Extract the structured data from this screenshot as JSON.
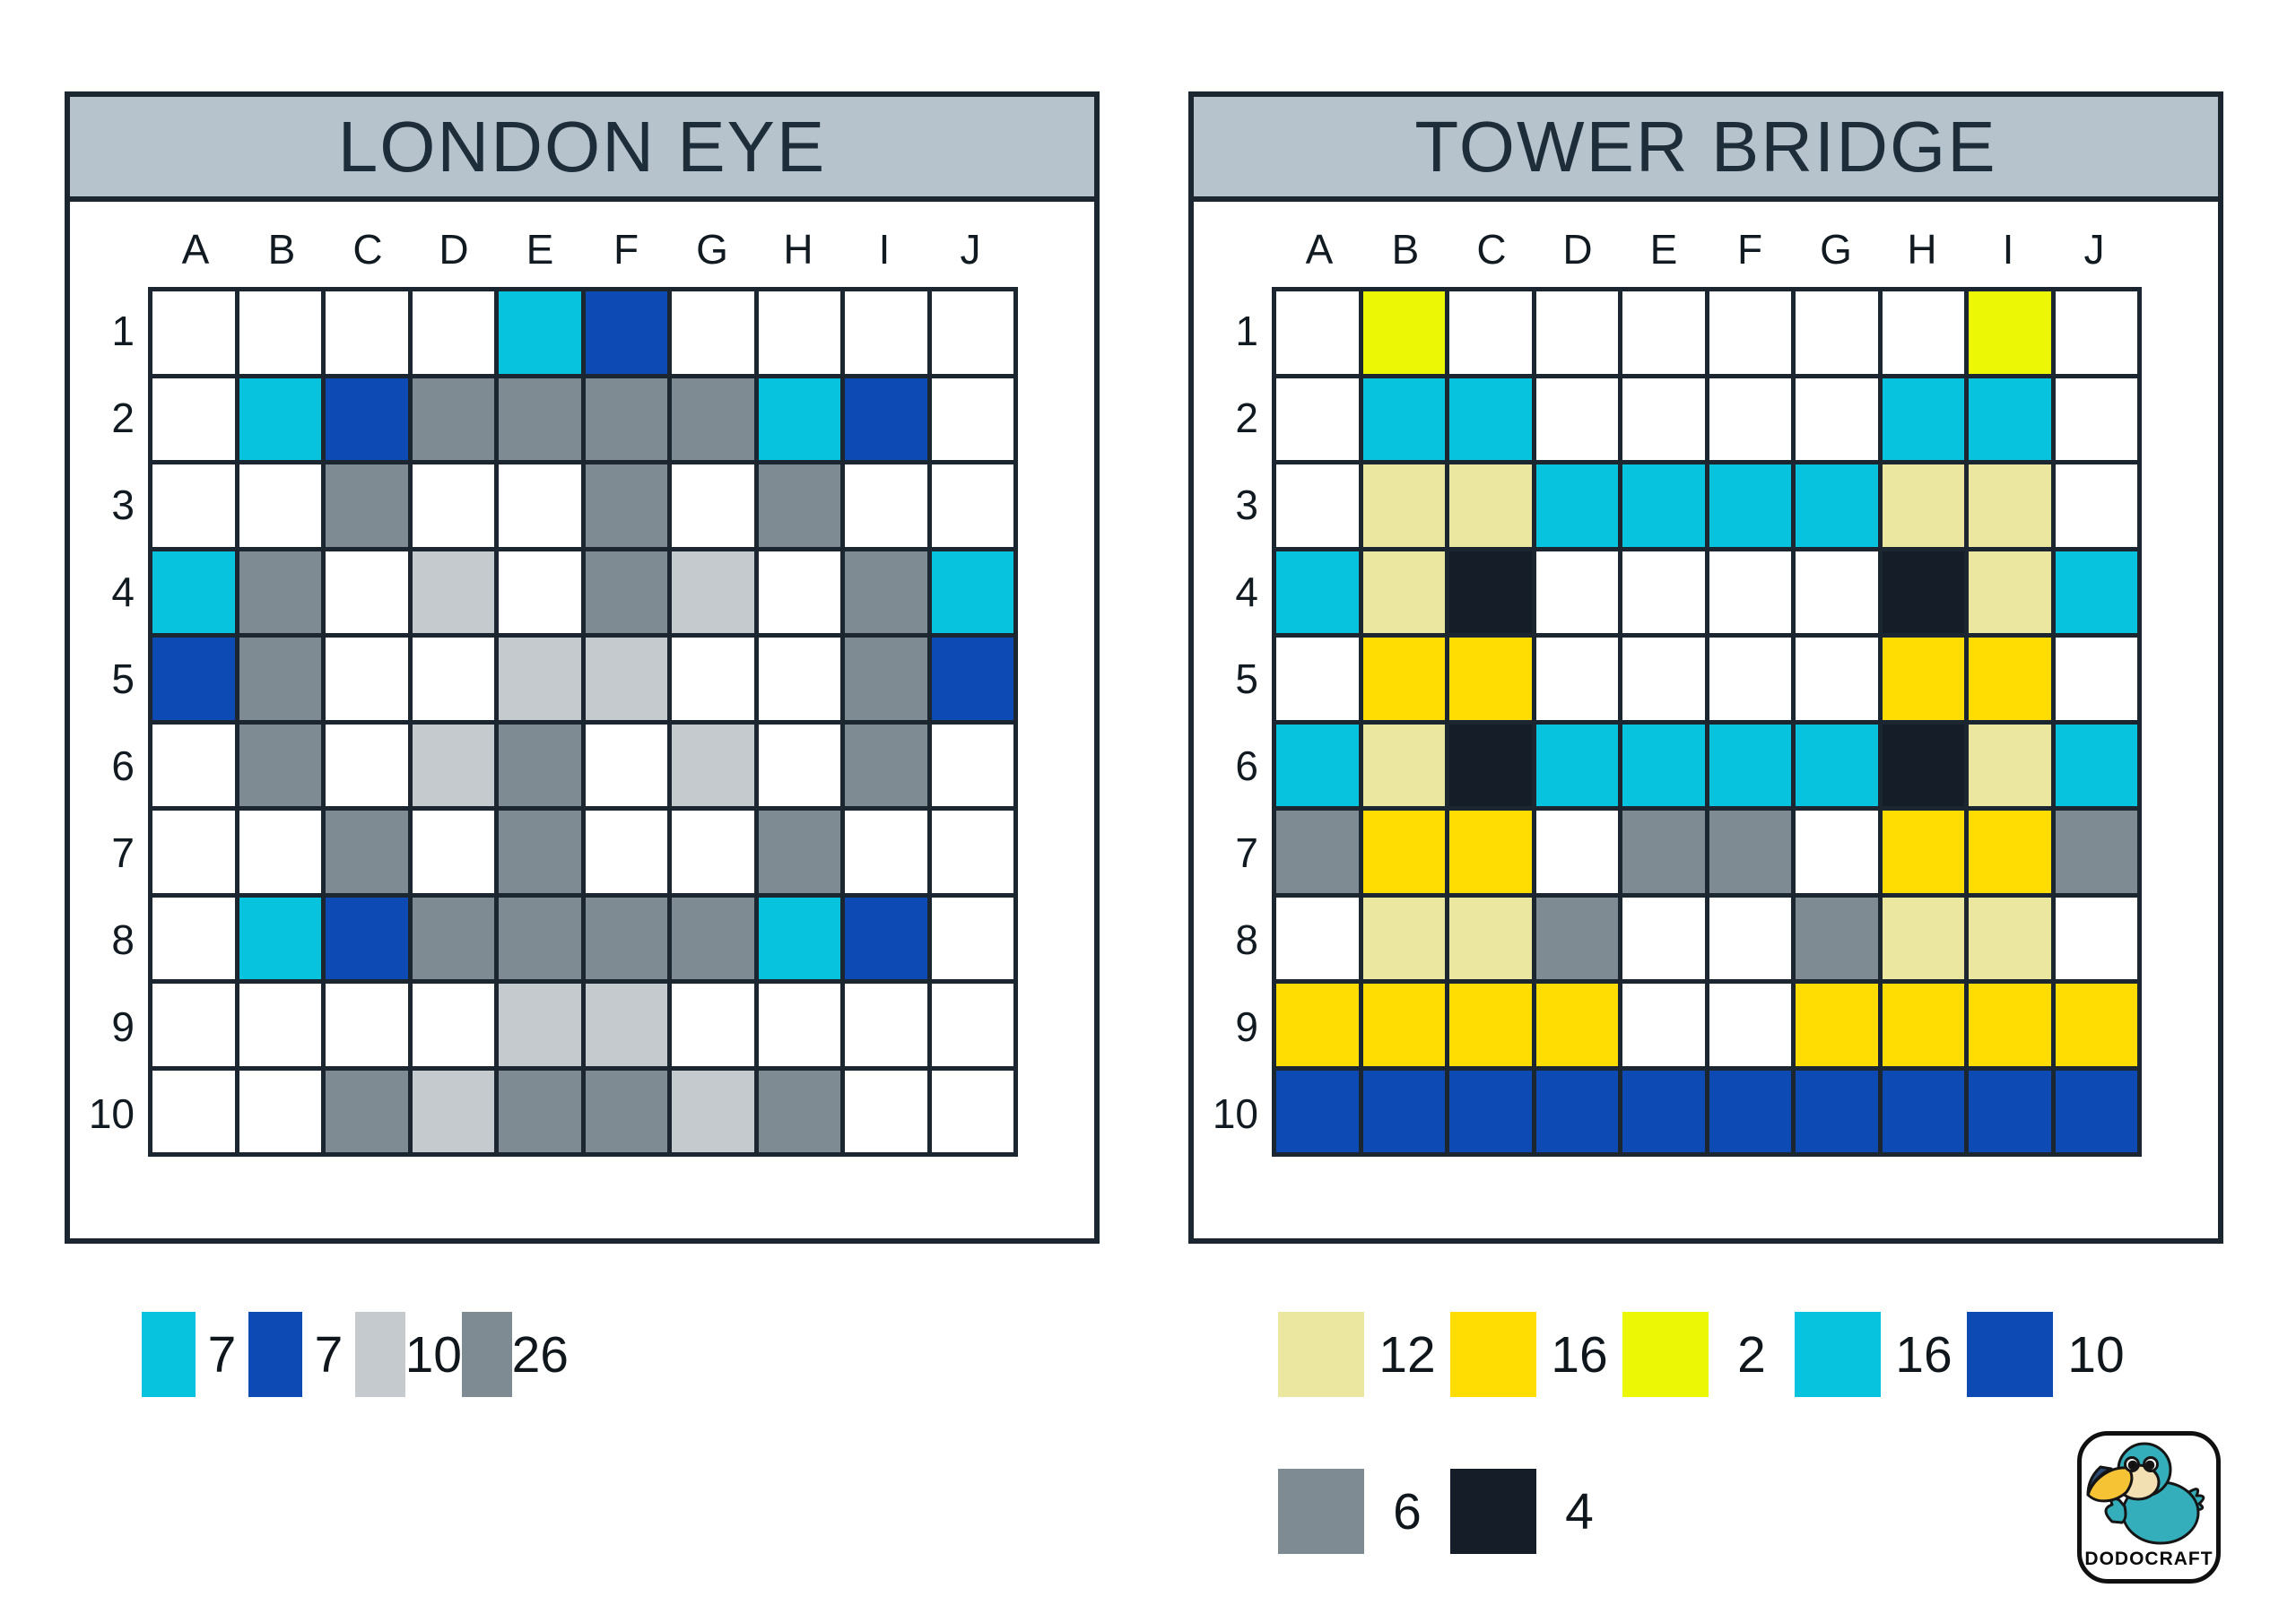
{
  "colors": {
    "white": "#ffffff",
    "cyan": "#07c3dd",
    "blue": "#0d4ab4",
    "lightgray": "#c4cacd",
    "gray": "#7e8b92",
    "cream": "#ece7a0",
    "gold": "#ffdd02",
    "yellow": "#ecf705",
    "black": "#151d28",
    "line": "#1b2630",
    "titlebar_bg": "#b6c2cc",
    "title_text": "#1e2d3a"
  },
  "grids": [
    {
      "id": "london-eye",
      "title": "LONDON EYE",
      "columns": [
        "A",
        "B",
        "C",
        "D",
        "E",
        "F",
        "G",
        "H",
        "I",
        "J"
      ],
      "rows": [
        "1",
        "2",
        "3",
        "4",
        "5",
        "6",
        "7",
        "8",
        "9",
        "10"
      ],
      "palette": {
        ".": "white",
        "c": "cyan",
        "b": "blue",
        "l": "lightgray",
        "g": "gray"
      },
      "cells": [
        "....cb....",
        ".cbggggcb.",
        "..g..g.g..",
        "cg.l.gl.gc",
        "bg..ll..gb",
        ".g.lg.l.g.",
        "..g.g..g..",
        ".cbggggcb.",
        "....ll....",
        "..glgglg.."
      ],
      "legend_rows": [
        [
          {
            "color": "cyan",
            "count": "7"
          },
          {
            "color": "blue",
            "count": "7"
          },
          {
            "color": "lightgray",
            "count": "10"
          },
          {
            "color": "gray",
            "count": "26"
          }
        ]
      ]
    },
    {
      "id": "tower-bridge",
      "title": "TOWER BRIDGE",
      "columns": [
        "A",
        "B",
        "C",
        "D",
        "E",
        "F",
        "G",
        "H",
        "I",
        "J"
      ],
      "rows": [
        "1",
        "2",
        "3",
        "4",
        "5",
        "6",
        "7",
        "8",
        "9",
        "10"
      ],
      "palette": {
        ".": "white",
        "y": "yellow",
        "c": "cyan",
        "m": "cream",
        "k": "black",
        "d": "gold",
        "g": "gray",
        "b": "blue"
      },
      "cells": [
        ".y......y.",
        ".cc....cc.",
        ".mmccccmm.",
        "cmk....kmc",
        ".dd....dd.",
        "cmkcccckmc",
        "gdd.gg.ddg",
        ".mmg..gmm.",
        "dddd..dddd",
        "bbbbbbbbbb"
      ],
      "legend_rows": [
        [
          {
            "color": "cream",
            "count": "12"
          },
          {
            "color": "gold",
            "count": "16"
          },
          {
            "color": "yellow",
            "count": "2"
          },
          {
            "color": "cyan",
            "count": "16"
          },
          {
            "color": "blue",
            "count": "10"
          }
        ],
        [
          {
            "color": "gray",
            "count": "6"
          },
          {
            "color": "black",
            "count": "4"
          }
        ]
      ]
    }
  ],
  "logo": {
    "text": "DODOCRAFT"
  }
}
